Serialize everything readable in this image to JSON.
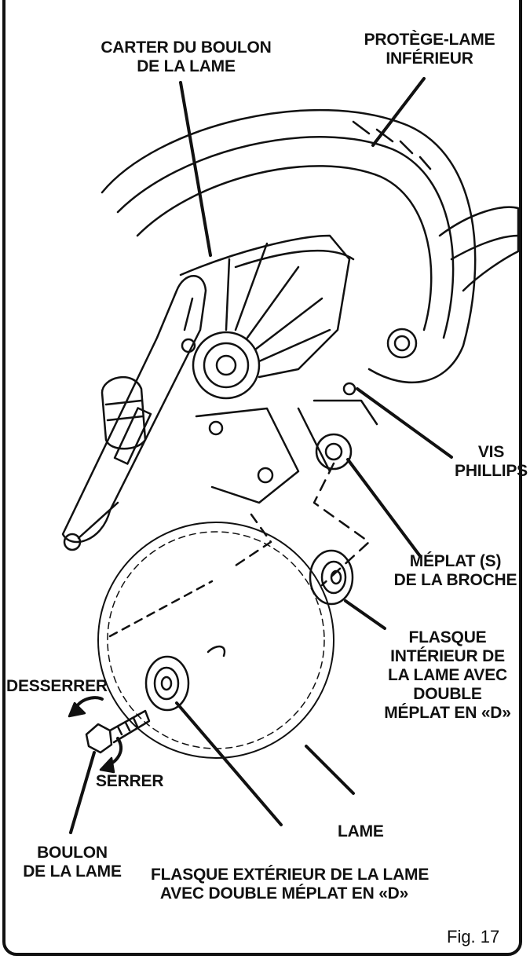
{
  "labels": {
    "blade_bolt_cover": [
      "CARTER DU BOULON",
      "DE LA LAME"
    ],
    "lower_guard": [
      "PROTÈGE-LAME",
      "INFÉRIEUR"
    ],
    "phillips_screw": [
      "VIS",
      "PHILLIPS"
    ],
    "spindle_flats": [
      "MÉPLAT (S)",
      "DE LA BROCHE"
    ],
    "inner_flange": [
      "FLASQUE",
      "INTÉRIEUR DE",
      "LA LAME AVEC",
      "DOUBLE",
      "MÉPLAT EN «D»"
    ],
    "loosen": "DESSERRER",
    "tighten": "SERRER",
    "blade": "LAME",
    "blade_bolt": [
      "BOULON",
      "DE LA LAME"
    ],
    "outer_flange": [
      "FLASQUE EXTÉRIEUR DE LA LAME",
      "AVEC DOUBLE MÉPLAT EN «D»"
    ]
  },
  "figure": "Fig. 17",
  "colors": {
    "ink": "#111111",
    "paper": "#ffffff"
  }
}
